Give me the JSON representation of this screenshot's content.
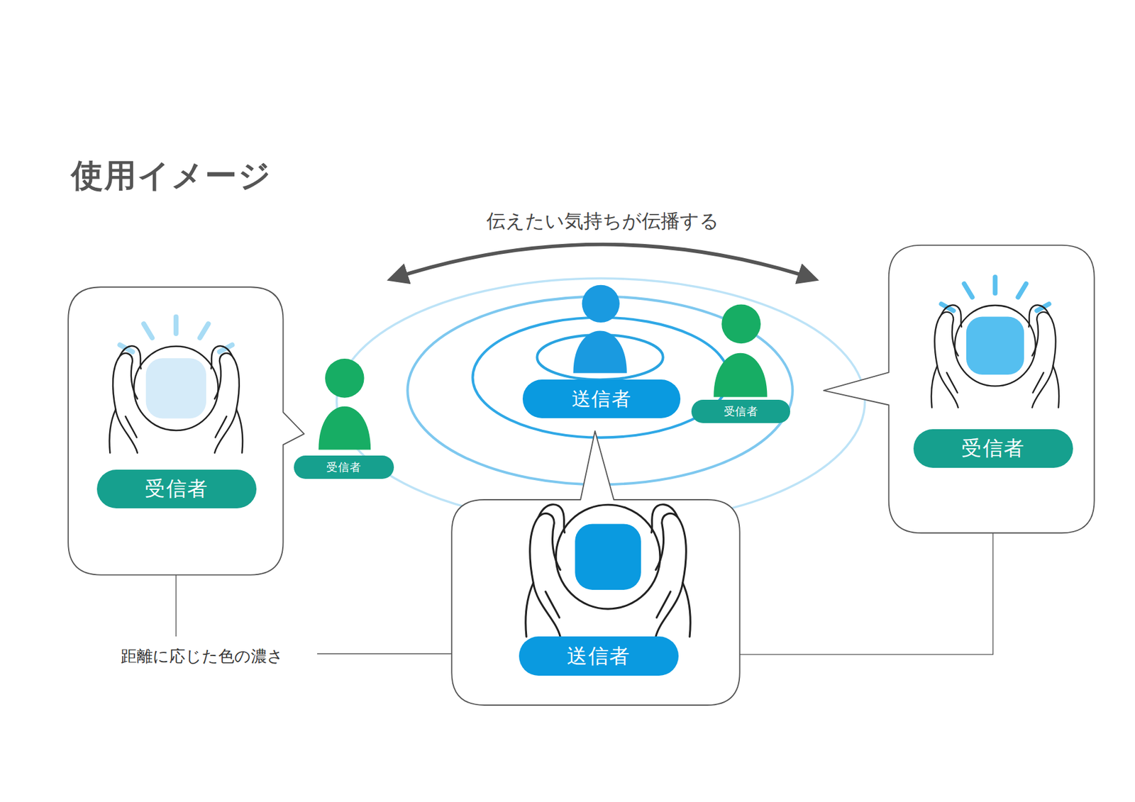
{
  "diagram": {
    "title": "使用イメージ",
    "nodes": [
      {
        "text": [
          "送信者"
        ]
      },
      {
        "text": [
          "受信者"
        ]
      },
      {
        "text": [
          "受信者"
        ]
      },
      {
        "text": [
          "受信者"
        ]
      },
      {
        "text": [
          "受信者"
        ]
      },
      {
        "text": [
          "送信者"
        ]
      }
    ],
    "labels": [
      "伝えたい気持ちが伝播する",
      "距離に応じた色の濃さ"
    ]
  }
}
